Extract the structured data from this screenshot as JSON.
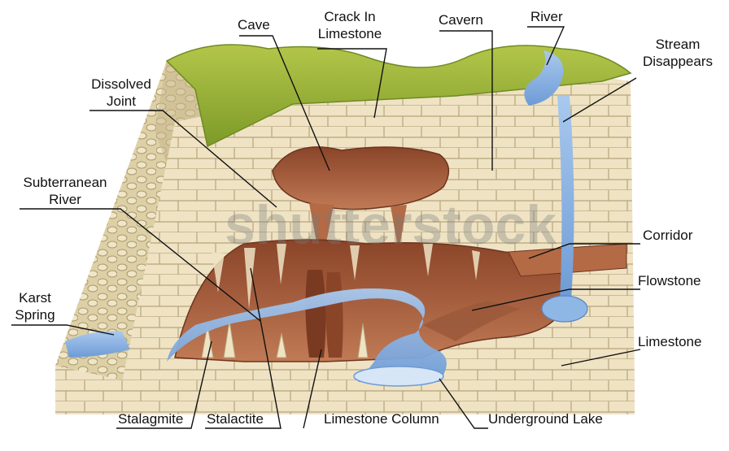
{
  "watermark": "shutterstock",
  "labels": {
    "cave": "Cave",
    "crack_line1": "Crack In",
    "crack_line2": "Limestone",
    "cavern": "Cavern",
    "river": "River",
    "stream_line1": "Stream",
    "stream_line2": "Disappears",
    "dissolved_line1": "Dissolved",
    "dissolved_line2": "Joint",
    "subterranean_line1": "Subterranean",
    "subterranean_line2": "River",
    "corridor": "Corridor",
    "flowstone": "Flowstone",
    "karst_line1": "Karst",
    "karst_line2": "Spring",
    "limestone": "Limestone",
    "stalagmite": "Stalagmite",
    "stalactite": "Stalactite",
    "limestone_column": "Limestone Column",
    "underground_lake": "Underground Lake"
  },
  "colors": {
    "grass": "#9bb43a",
    "grass_dark": "#6f8a22",
    "limestone": "#efe3c4",
    "limestone_edge": "#cdbb8e",
    "cave": "#a8583a",
    "cave_dark": "#7a3a22",
    "water": "#8fb7e6",
    "water_light": "#d6e6f7",
    "leader": "#111111"
  }
}
